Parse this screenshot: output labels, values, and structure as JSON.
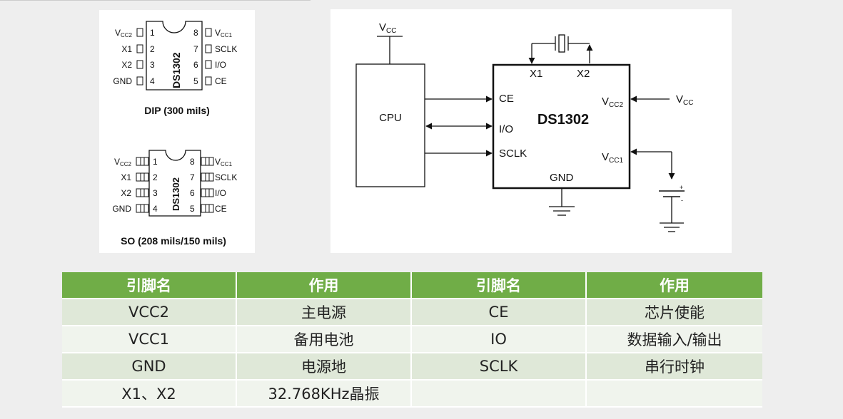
{
  "dip": {
    "chip_label": "DS1302",
    "caption": "DIP (300 mils)",
    "left_pins": [
      {
        "num": "1",
        "name": "V",
        "sub": "CC2"
      },
      {
        "num": "2",
        "name": "X1",
        "sub": ""
      },
      {
        "num": "3",
        "name": "X2",
        "sub": ""
      },
      {
        "num": "4",
        "name": "GND",
        "sub": ""
      }
    ],
    "right_pins": [
      {
        "num": "8",
        "name": "V",
        "sub": "CC1"
      },
      {
        "num": "7",
        "name": "SCLK",
        "sub": ""
      },
      {
        "num": "6",
        "name": "I/O",
        "sub": ""
      },
      {
        "num": "5",
        "name": "CE",
        "sub": ""
      }
    ]
  },
  "so": {
    "chip_label": "DS1302",
    "caption": "SO (208 mils/150 mils)",
    "left_pins": [
      {
        "num": "1",
        "name": "V",
        "sub": "CC2"
      },
      {
        "num": "2",
        "name": "X1",
        "sub": ""
      },
      {
        "num": "3",
        "name": "X2",
        "sub": ""
      },
      {
        "num": "4",
        "name": "GND",
        "sub": ""
      }
    ],
    "right_pins": [
      {
        "num": "8",
        "name": "V",
        "sub": "CC1"
      },
      {
        "num": "7",
        "name": "SCLK",
        "sub": ""
      },
      {
        "num": "6",
        "name": "I/O",
        "sub": ""
      },
      {
        "num": "5",
        "name": "CE",
        "sub": ""
      }
    ]
  },
  "circuit": {
    "vcc_top_main": "V",
    "vcc_top_sub": "CC",
    "cpu_label": "CPU",
    "chip_label": "DS1302",
    "x1": "X1",
    "x2": "X2",
    "ce": "CE",
    "io": "I/O",
    "sclk": "SCLK",
    "gnd": "GND",
    "vcc2_main": "V",
    "vcc2_sub": "CC2",
    "vcc1_main": "V",
    "vcc1_sub": "CC1",
    "vcc_right_main": "V",
    "vcc_right_sub": "CC",
    "battery_plus": "+",
    "battery_minus": "-"
  },
  "table": {
    "headers": [
      "引脚名",
      "作用",
      "引脚名",
      "作用"
    ],
    "rows": [
      [
        "VCC2",
        "主电源",
        "CE",
        "芯片使能"
      ],
      [
        "VCC1",
        "备用电池",
        "IO",
        "数据输入/输出"
      ],
      [
        "GND",
        "电源地",
        "SCLK",
        "串行时钟"
      ],
      [
        "X1、X2",
        "32.768KHz晶振",
        "",
        ""
      ]
    ]
  }
}
